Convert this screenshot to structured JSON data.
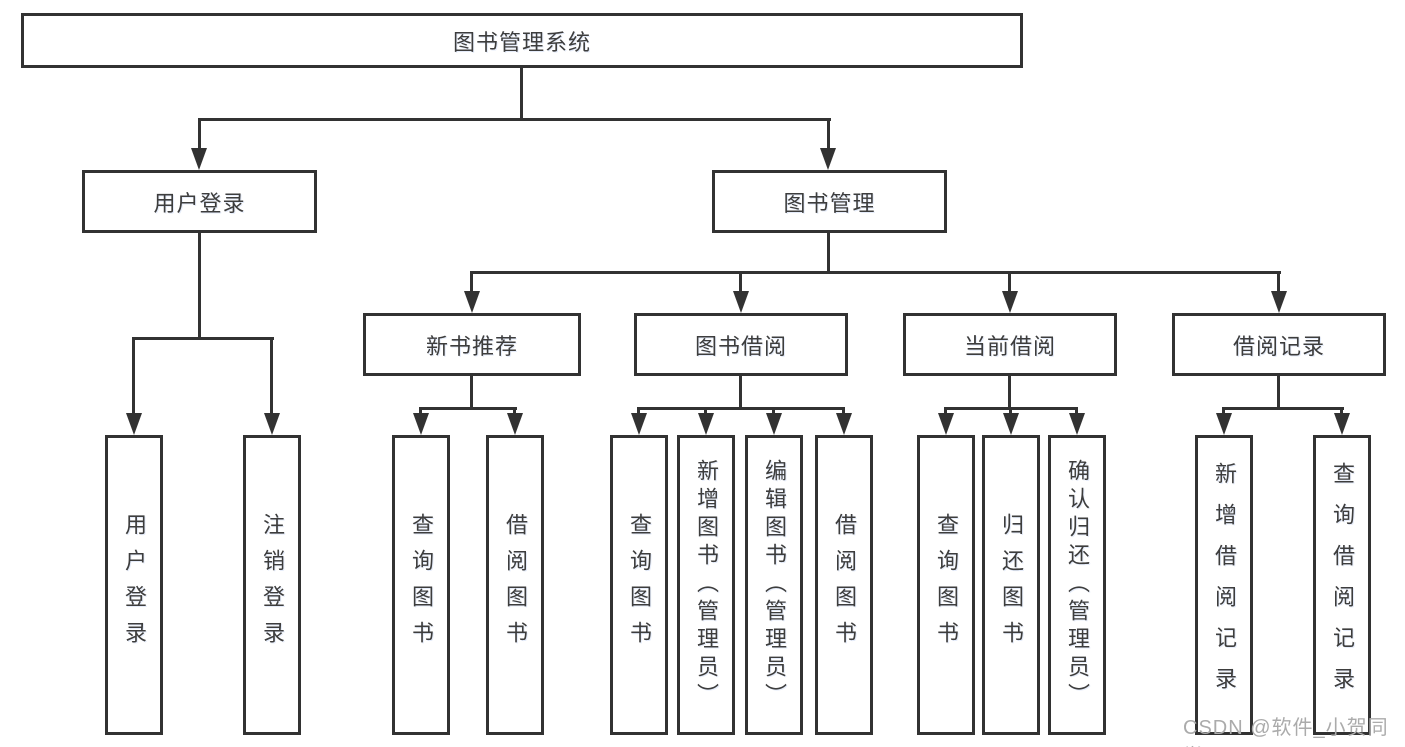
{
  "nodes": {
    "root": {
      "label": "图书管理系统"
    },
    "user_login": {
      "label": "用户登录"
    },
    "book_mgmt": {
      "label": "图书管理"
    },
    "new_book_rec": {
      "label": "新书推荐"
    },
    "book_borrow": {
      "label": "图书借阅"
    },
    "current_borrow": {
      "label": "当前借阅"
    },
    "borrow_records": {
      "label": "借阅记录"
    },
    "leaf_user_login": {
      "label": "用户登录"
    },
    "leaf_logout": {
      "label": "注销登录"
    },
    "leaf_nbr_query_books": {
      "label": "查询图书"
    },
    "leaf_nbr_borrow_books": {
      "label": "借阅图书"
    },
    "leaf_bb_query_books": {
      "label": "查询图书"
    },
    "leaf_bb_add_books": {
      "label": "新增图书（管理员）"
    },
    "leaf_bb_edit_books": {
      "label": "编辑图书（管理员）"
    },
    "leaf_bb_borrow_books": {
      "label": "借阅图书"
    },
    "leaf_cb_query_books": {
      "label": "查询图书"
    },
    "leaf_cb_return_books": {
      "label": "归还图书"
    },
    "leaf_cb_confirm_return": {
      "label": "确认归还（管理员）"
    },
    "leaf_br_add_record": {
      "label": "新增借阅记录"
    },
    "leaf_br_query_record": {
      "label": "查询借阅记录"
    }
  },
  "watermark": {
    "text": "CSDN @软件_小贺同学"
  },
  "colors": {
    "line": "#323232",
    "text": "#3d3d3d",
    "watermark": "#ababab",
    "background": "#ffffff"
  }
}
